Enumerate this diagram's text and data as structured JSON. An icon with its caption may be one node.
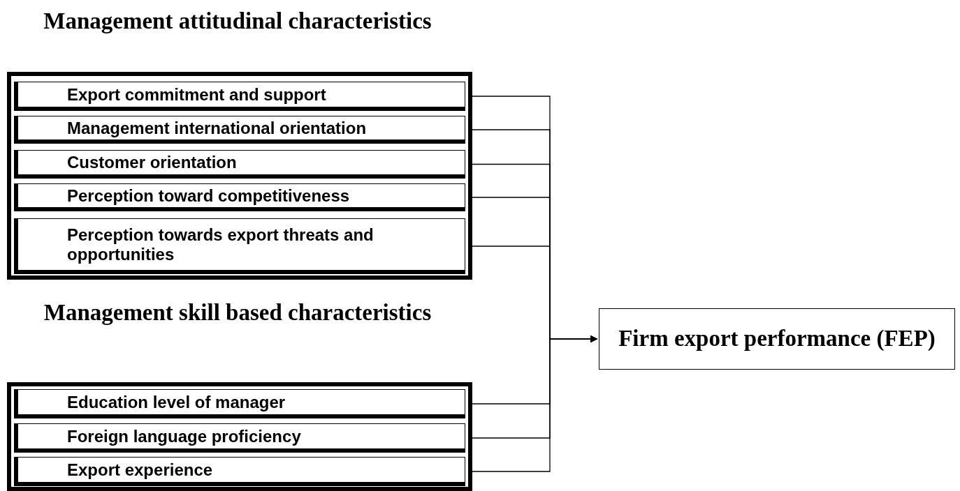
{
  "diagram": {
    "nodes": [
      {
        "text": [
          "Management attitudinal characteristics"
        ]
      },
      {
        "text": [
          "Export commitment and support"
        ],
        "in": 0
      },
      {
        "text": [
          "Management international orientation"
        ],
        "in": 0
      },
      {
        "text": [
          "Customer orientation"
        ],
        "in": 0
      },
      {
        "text": [
          "Perception toward competitiveness"
        ],
        "in": 0
      },
      {
        "text": [
          "Perception towards export threats and opportunities"
        ],
        "in": 0
      },
      {
        "text": [
          "Management skill based characteristics"
        ]
      },
      {
        "text": [
          "Education level of manager"
        ],
        "in": 6
      },
      {
        "text": [
          "Foreign language proficiency"
        ],
        "in": 6
      },
      {
        "text": [
          "Export experience"
        ],
        "in": 6
      },
      {
        "text": [
          "Firm export performance (FEP)"
        ]
      }
    ],
    "edges": [
      {
        "from": 1,
        "to": 10,
        "arrow": "to"
      },
      {
        "from": 2,
        "to": 10,
        "arrow": "to"
      },
      {
        "from": 3,
        "to": 10,
        "arrow": "to"
      },
      {
        "from": 4,
        "to": 10,
        "arrow": "to"
      },
      {
        "from": 5,
        "to": 10,
        "arrow": "to"
      },
      {
        "from": 7,
        "to": 10,
        "arrow": "to"
      },
      {
        "from": 8,
        "to": 10,
        "arrow": "to"
      },
      {
        "from": 9,
        "to": 10,
        "arrow": "to"
      }
    ]
  }
}
